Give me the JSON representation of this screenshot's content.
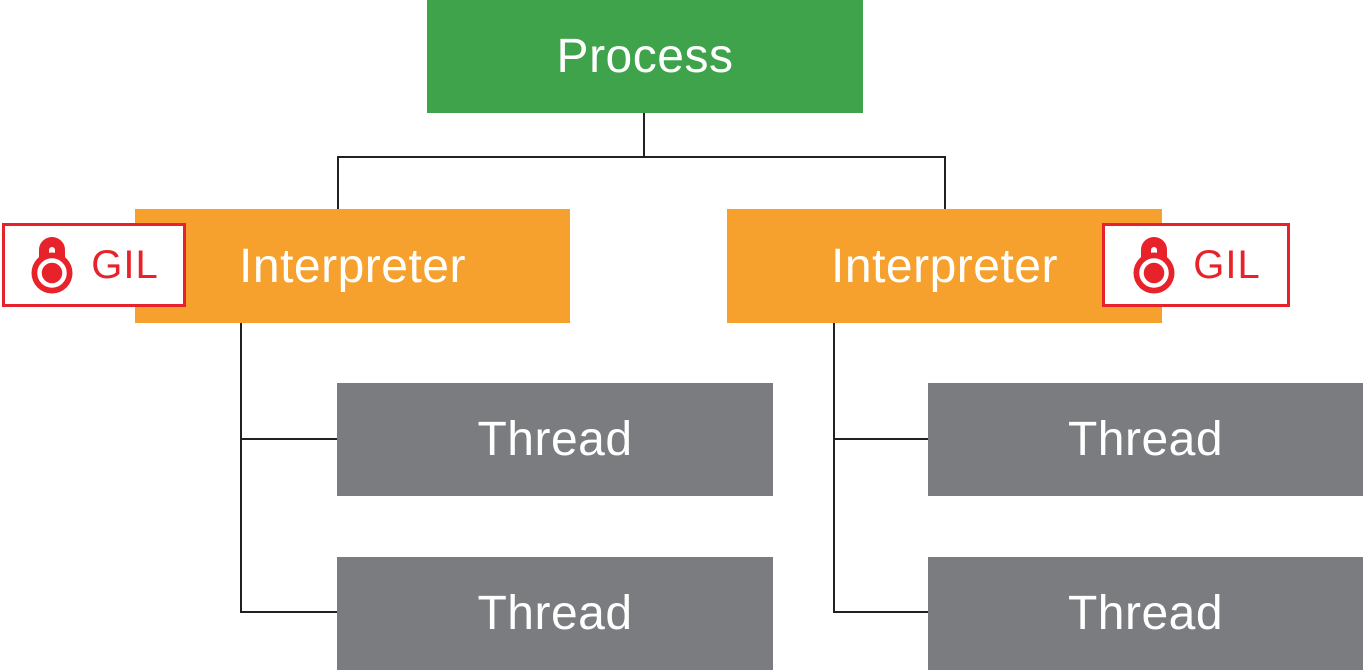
{
  "diagram": {
    "process": {
      "label": "Process"
    },
    "interpreters": [
      {
        "label": "Interpreter",
        "gil": {
          "label": "GIL",
          "icon": "padlock-icon"
        },
        "threads": [
          {
            "label": "Thread"
          },
          {
            "label": "Thread"
          }
        ]
      },
      {
        "label": "Interpreter",
        "gil": {
          "label": "GIL",
          "icon": "padlock-icon"
        },
        "threads": [
          {
            "label": "Thread"
          },
          {
            "label": "Thread"
          }
        ]
      }
    ]
  },
  "colors": {
    "process_green": "#3EA34B",
    "interpreter_orange": "#F6A02E",
    "thread_gray": "#7B7C80",
    "gil_red": "#E8222A",
    "connector_dark": "#212121",
    "label_white": "#FFFFFF",
    "background_white": "#FFFFFF"
  }
}
